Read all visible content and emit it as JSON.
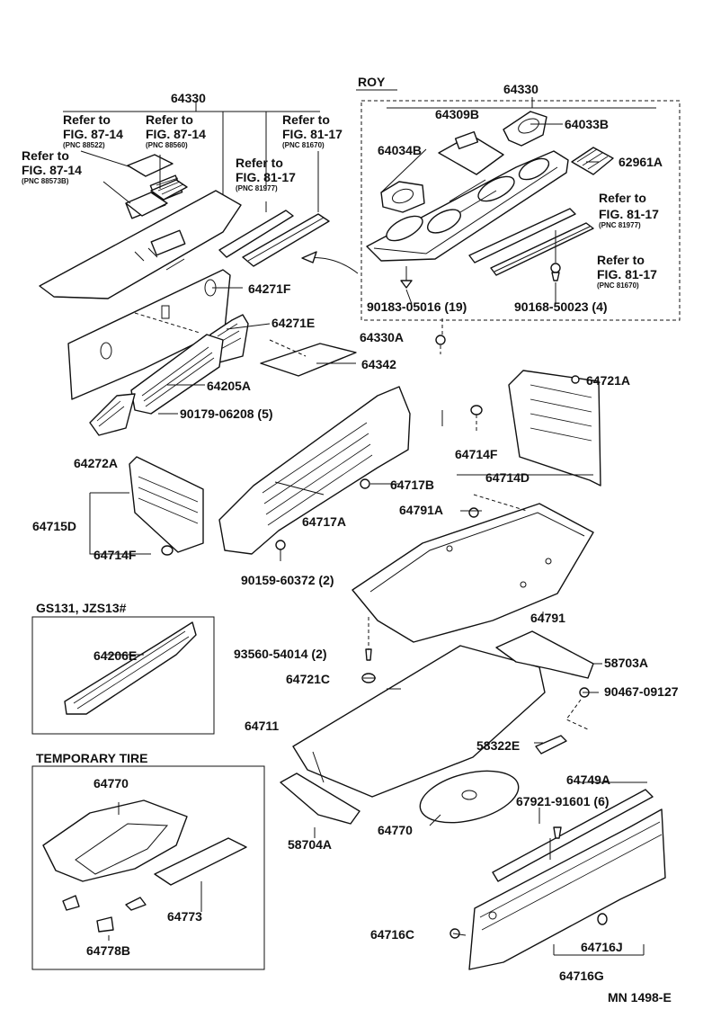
{
  "labels": {
    "p64330_left": "64330",
    "p64330_right": "64330",
    "roy": "ROY",
    "ref1_a": "Refer to",
    "ref1_b": "FIG. 87-14",
    "ref1_c": "(PNC 88522)",
    "ref2_a": "Refer to",
    "ref2_b": "FIG. 87-14",
    "ref2_c": "(PNC 88560)",
    "ref3_a": "Refer to",
    "ref3_b": "FIG. 87-14",
    "ref3_c": "(PNC 88573B)",
    "ref4_a": "Refer to",
    "ref4_b": "FIG. 81-17",
    "ref4_c": "(PNC 81670)",
    "ref5_a": "Refer to",
    "ref5_b": "FIG. 81-17",
    "ref5_c": "(PNC 81977)",
    "ref6_a": "Refer to",
    "ref6_b": "FIG. 81-17",
    "ref6_c": "(PNC 81977)",
    "ref7_a": "Refer to",
    "ref7_b": "FIG. 81-17",
    "ref7_c": "(PNC 81670)",
    "p64309B": "64309B",
    "p64033B": "64033B",
    "p64034B": "64034B",
    "p62961A": "62961A",
    "p90183": "90183-05016 (19)",
    "p90168": "90168-50023 (4)",
    "p64271F": "64271F",
    "p64271E": "64271E",
    "p64330A": "64330A",
    "p64342": "64342",
    "p64205A": "64205A",
    "p90179": "90179-06208 (5)",
    "p64721A": "64721A",
    "p64714F_r": "64714F",
    "p64714D": "64714D",
    "p64272A": "64272A",
    "p64717B": "64717B",
    "p64715D": "64715D",
    "p64717A": "64717A",
    "p64791A": "64791A",
    "p64714F_l": "64714F",
    "p90159": "90159-60372 (2)",
    "p64791": "64791",
    "gs131": "GS131, JZS13#",
    "p64206E": "64206E",
    "p93560": "93560-54014 (2)",
    "p58703A": "58703A",
    "p64721C": "64721C",
    "p90467": "90467-09127",
    "p64711": "64711",
    "p58322E": "58322E",
    "temp_tire": "TEMPORARY  TIRE",
    "p64770_box": "64770",
    "p64749A": "64749A",
    "p67921": "67921-91601 (6)",
    "p64770": "64770",
    "p58704A": "58704A",
    "p64773": "64773",
    "p64716C": "64716C",
    "p64716J": "64716J",
    "p64778B": "64778B",
    "p64716G": "64716G",
    "mn_code": "MN  1498-E"
  }
}
